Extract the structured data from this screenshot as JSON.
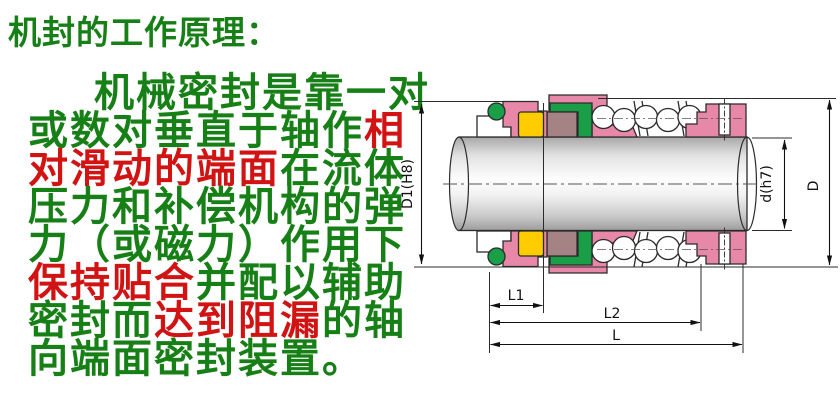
{
  "text_block": {
    "title": {
      "text": "机封的工作原理：",
      "color": "#168016"
    },
    "lines": [
      {
        "segments": [
          {
            "text": "机械密封是靠一对",
            "color": "green"
          }
        ]
      },
      {
        "segments": [
          {
            "text": "或数对垂直于轴作",
            "color": "green"
          },
          {
            "text": "相",
            "color": "red"
          }
        ]
      },
      {
        "segments": [
          {
            "text": "对滑动的端面",
            "color": "red"
          },
          {
            "text": "在流体",
            "color": "green"
          }
        ]
      },
      {
        "segments": [
          {
            "text": "压力和补偿机构的弹",
            "color": "green"
          }
        ]
      },
      {
        "segments": [
          {
            "text": "力（或磁力）作用下",
            "color": "green"
          }
        ]
      },
      {
        "segments": [
          {
            "text": "保持贴合",
            "color": "red"
          },
          {
            "text": "并配以辅助",
            "color": "green"
          }
        ]
      },
      {
        "segments": [
          {
            "text": "密封而",
            "color": "green"
          },
          {
            "text": "达到阻漏",
            "color": "red"
          },
          {
            "text": "的轴",
            "color": "green"
          }
        ]
      },
      {
        "segments": [
          {
            "text": "向端面密封装置。",
            "color": "green"
          }
        ]
      }
    ]
  },
  "diagram": {
    "type": "mechanical-seal-cross-section",
    "labels": {
      "bore_diameter": "D1(H8)",
      "shaft_diameter": "d(h7)",
      "outer_diameter": "D",
      "length_1": "L1",
      "length_2": "L2",
      "length_total": "L"
    },
    "colors": {
      "seal_pink": "#e888a8",
      "seal_yellow": "#ffcc00",
      "seal_green": "#1b9e48",
      "seal_mauve": "#a58384",
      "outline": "#2b2b2b",
      "shaft_gray": "#c9c9c9"
    }
  }
}
